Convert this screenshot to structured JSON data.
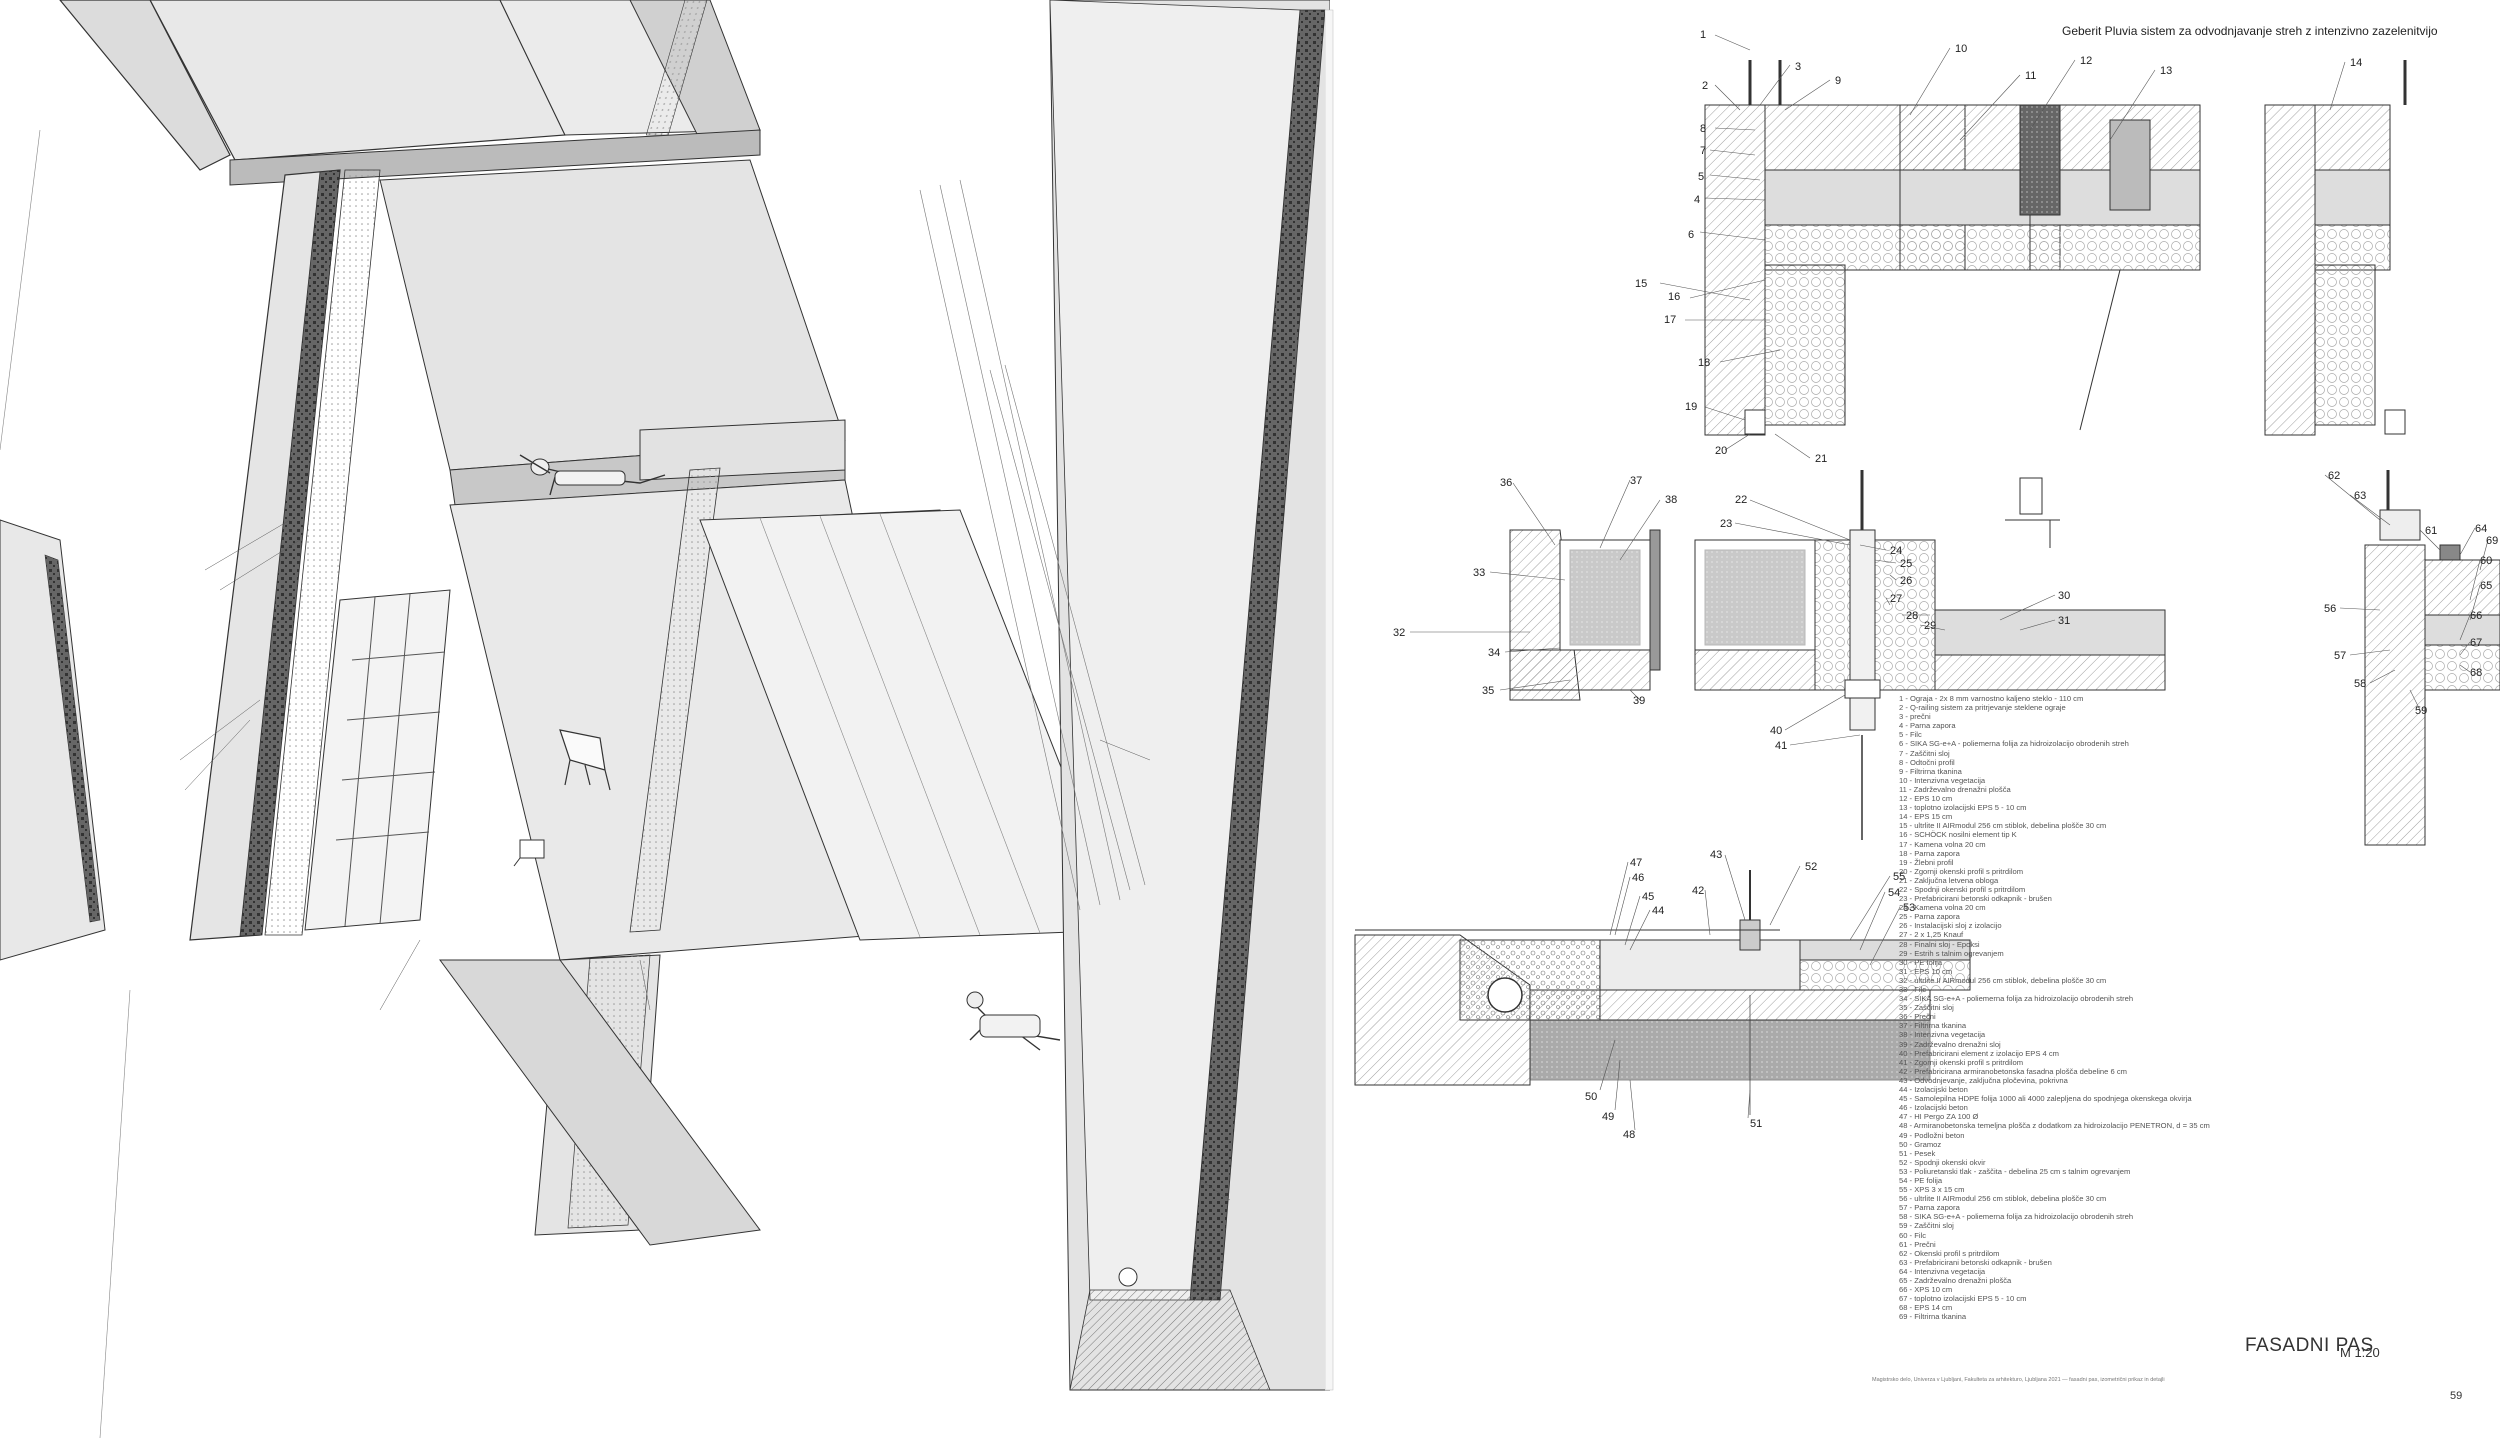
{
  "sheet": {
    "title": "FASADNI PAS",
    "scale": "M 1:20",
    "page_number": "59",
    "credit": "Magistrsko delo, Univerza v Ljubljani, Fakulteta za arhitekturo, Ljubljana 2021 — fasadni pas, izometrični prikaz in detajli",
    "system_title": "Geberit Pluvia sistem za odvodnjavanje streh z intenzivno zazelenitvijo"
  },
  "callouts": {
    "top_section": [
      "1",
      "2",
      "3",
      "9",
      "8",
      "7",
      "5",
      "4",
      "6",
      "15",
      "16",
      "17",
      "18",
      "19",
      "20",
      "21",
      "10",
      "11",
      "12",
      "13",
      "14"
    ],
    "mid_section": [
      "36",
      "37",
      "38",
      "33",
      "32",
      "34",
      "35",
      "39",
      "22",
      "23",
      "24",
      "25",
      "26",
      "27",
      "28",
      "29",
      "30",
      "31",
      "40",
      "41",
      "62",
      "63",
      "61",
      "64",
      "69",
      "60",
      "65",
      "56",
      "66",
      "57",
      "67",
      "58",
      "68",
      "59"
    ],
    "bottom_section": [
      "47",
      "46",
      "45",
      "44",
      "43",
      "42",
      "52",
      "55",
      "54",
      "53",
      "50",
      "49",
      "48",
      "51"
    ]
  },
  "legend": [
    "1 - Ograja - 2x 8 mm varnostno kaljeno steklo - 110 cm",
    "2 - Q-railing sistem za pritrjevanje steklene ograje",
    "3 - prečni",
    "4 - Parna zapora",
    "5 - Filc",
    "6 - SIKA SG-e+A - poliemerna folija za hidroizolacijo obrodenih streh",
    "7 - Zaščitni sloj",
    "8 - Odtočni profil",
    "9 - Filtrirna tkanina",
    "10 - Intenzivna vegetacija",
    "11 - Zadrževalno drenažni plošča",
    "12 - EPS 10 cm",
    "13 - toplotno izolacijski EPS 5 - 10 cm",
    "14 - EPS 15 cm",
    "15 - ultrlite II AIRmodul 256 cm stiblok, debelina plošče 30 cm",
    "16 - SCHÖCK nosilni element tip K",
    "17 - Kamena volna 20 cm",
    "18 - Parna zapora",
    "19 - Žlebni profil",
    "20 - Zgornji okenski profil s pritrdilom",
    "21 - Zaključna letvena obloga",
    "22 - Spodnji okenski profil s pritrdilom",
    "23 - Prefabricirani betonski odkapnik - brušen",
    "24 - Kamena volna 20 cm",
    "25 - Parna zapora",
    "26 - Instalacijski sloj z izolacijo",
    "27 - 2 x 1,25 Knauf",
    "28 - Finalni sloj - Epoksi",
    "29 - Estrih s talnim ogrevanjem",
    "30 - PE folija",
    "31 - EPS 10 cm",
    "32 - ultrlite II AIRmodul 256 cm stiblok, debelina plošče 30 cm",
    "33 - Filc",
    "34 - SIKA SG-e+A - poliemerna folija za hidroizolacijo obrodenih streh",
    "35 - Zaščitni sloj",
    "36 - Prečni",
    "37 - Filtrirna tkanina",
    "38 - Intenzivna vegetacija",
    "39 - Zadrževalno drenažni sloj",
    "40 - Prefabricirani element z izolacijo EPS 4 cm",
    "41 - Zgornji okenski profil s pritrdilom",
    "42 - Prefabricirana armiranobetonska fasadna plošča debeline 6 cm",
    "43 - Odvodnjevanje, zaključna pločevina, pokrivna",
    "44 - Izolacijski beton",
    "45 - Samolepilna HDPE folija 1000 ali 4000 zalepljena do spodnjega okenskega okvirja",
    "46 - Izolacijski beton",
    "47 - HI Pergo ZA 100 Ø",
    "48 - Armiranobetonska temeljna plošča z dodatkom za hidroizolacijo PENETRON, d = 35 cm",
    "49 - Podložni beton",
    "50 - Gramoz",
    "51 - Pesek",
    "52 - Spodnji okenski okvir",
    "53 - Poliuretanski tlak - zaščita - debelina 25 cm s talnim ogrevanjem",
    "54 - PE folija",
    "55 - XPS 3 x 15 cm",
    "56 - ultrlite II AIRmodul 256 cm stiblok, debelina plošče 30 cm",
    "57 - Parna zapora",
    "58 - SIKA SG-e+A - poliemerna folija za hidroizolacijo obrodenih streh",
    "59 - Zaščitni sloj",
    "60 - Filc",
    "61 - Prečni",
    "62 - Okenski profil s pritrdilom",
    "63 - Prefabricirani betonski odkapnik - brušen",
    "64 - Intenzivna vegetacija",
    "65 - Zadrževalno drenažni plošča",
    "66 - XPS 10 cm",
    "67 - toplotno izolacijski EPS 5 - 10 cm",
    "68 - EPS 14 cm",
    "69 - Filtrirna tkanina"
  ],
  "colors": {
    "line": "#333333",
    "fill_light": "#e6e6e6",
    "fill_mid": "#d5d5d5",
    "fill_dark": "#555555",
    "insulation": "#f4f4f4"
  },
  "icons": [
    "person-figure-icon",
    "chair-icon",
    "laptop-icon",
    "lamp-icon"
  ]
}
